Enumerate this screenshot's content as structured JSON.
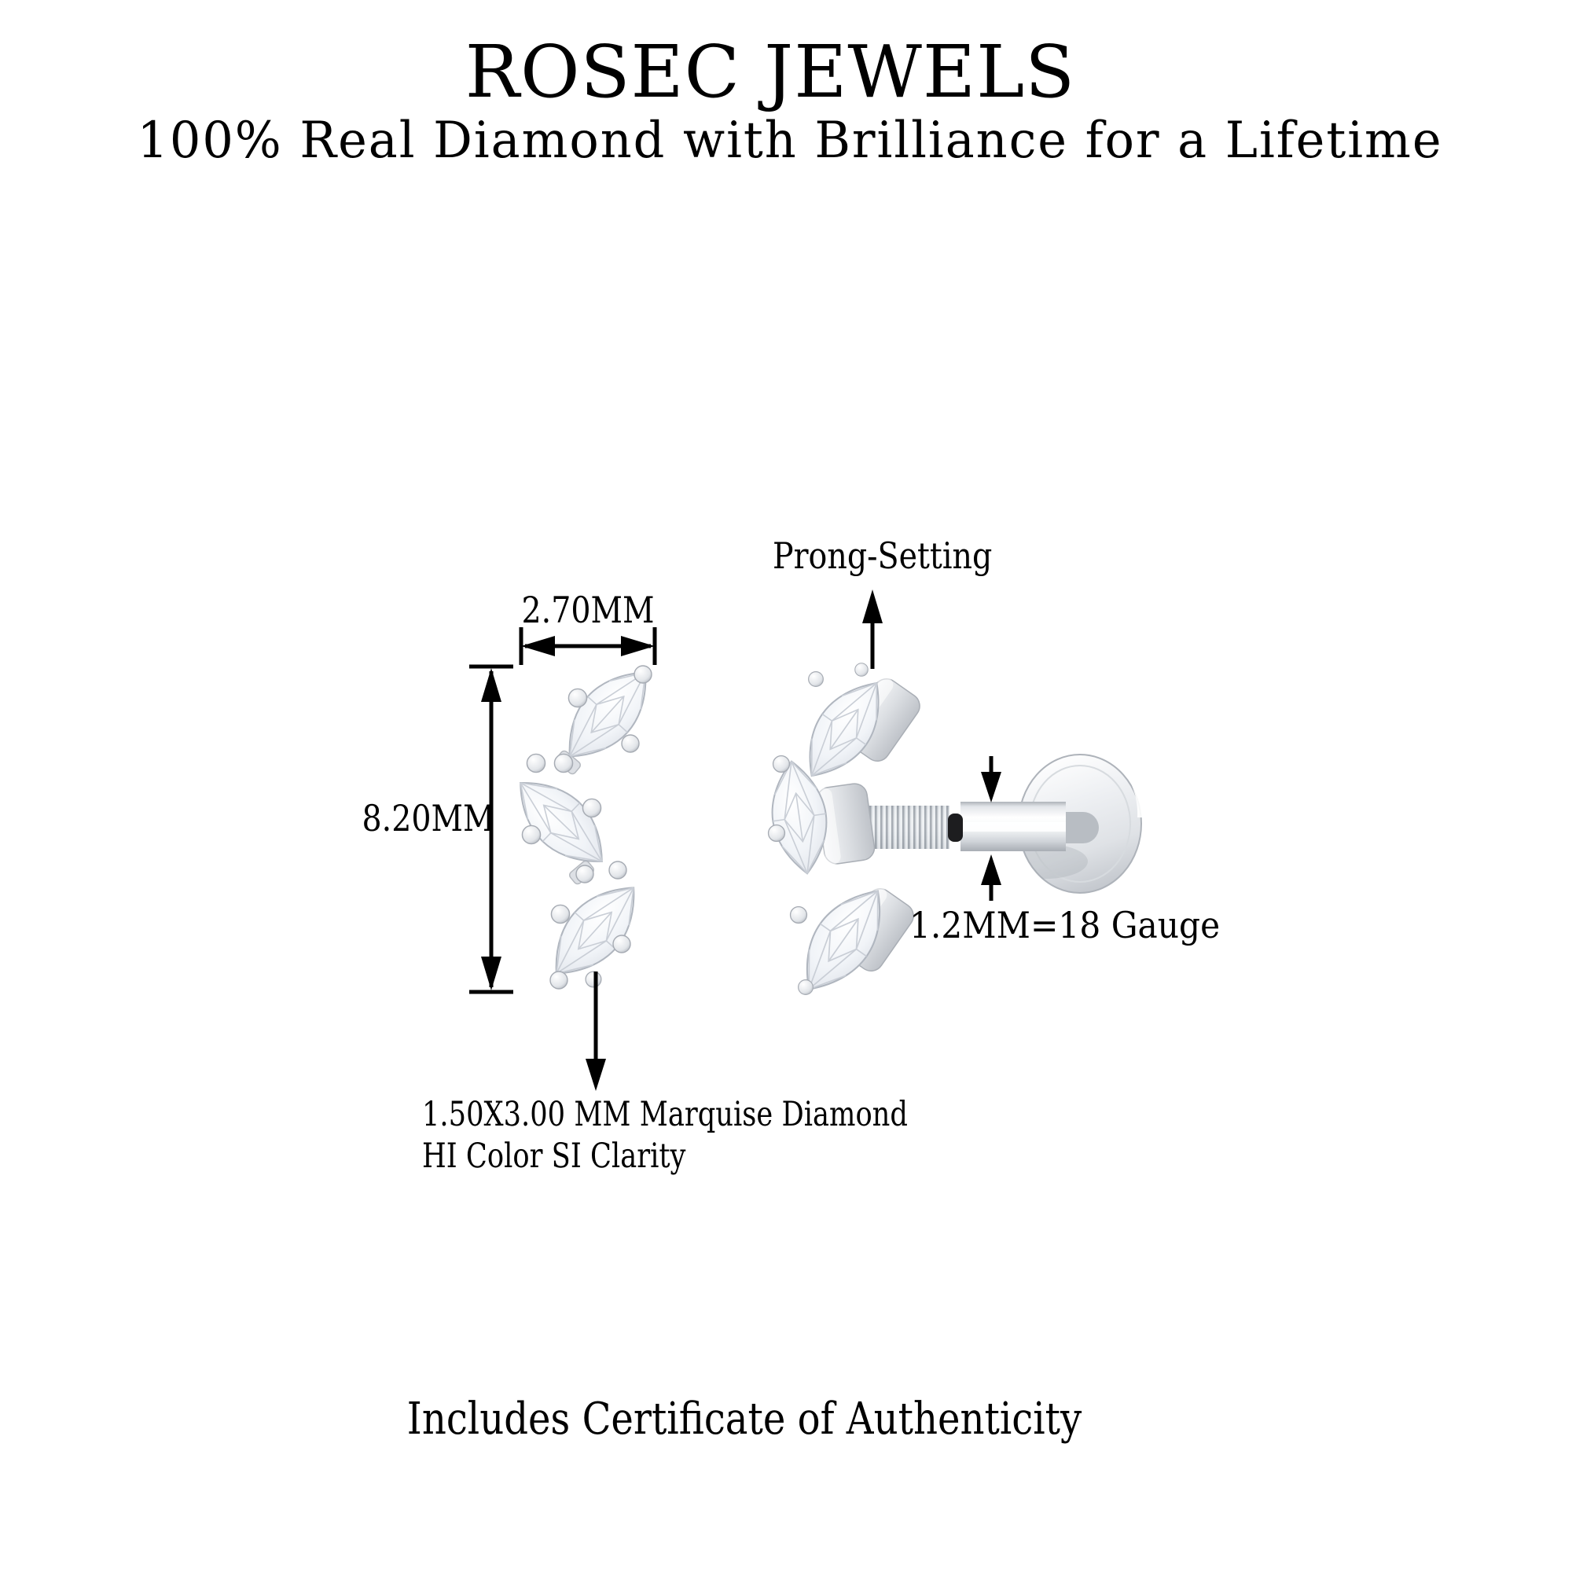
{
  "brand": {
    "name": "ROSEC JEWELS",
    "tagline": "100% Real Diamond with Brilliance for a Lifetime"
  },
  "front_view": {
    "width_label": "2.70MM",
    "height_label": "8.20MM",
    "stone_note_line1": "1.50X3.00 MM Marquise Diamond",
    "stone_note_line2": "HI Color SI Clarity"
  },
  "side_view": {
    "setting_label": "Prong-Setting",
    "gauge_label": "1.2MM=18 Gauge"
  },
  "footer": {
    "note": "Includes Certificate of Authenticity"
  },
  "colors": {
    "background": "#ffffff",
    "ink": "#000000",
    "metal_light": "#f5f6f8",
    "metal_mid": "#d9dce0",
    "metal_dark": "#b0b6bf",
    "o_ring": "#1d1d1f"
  }
}
